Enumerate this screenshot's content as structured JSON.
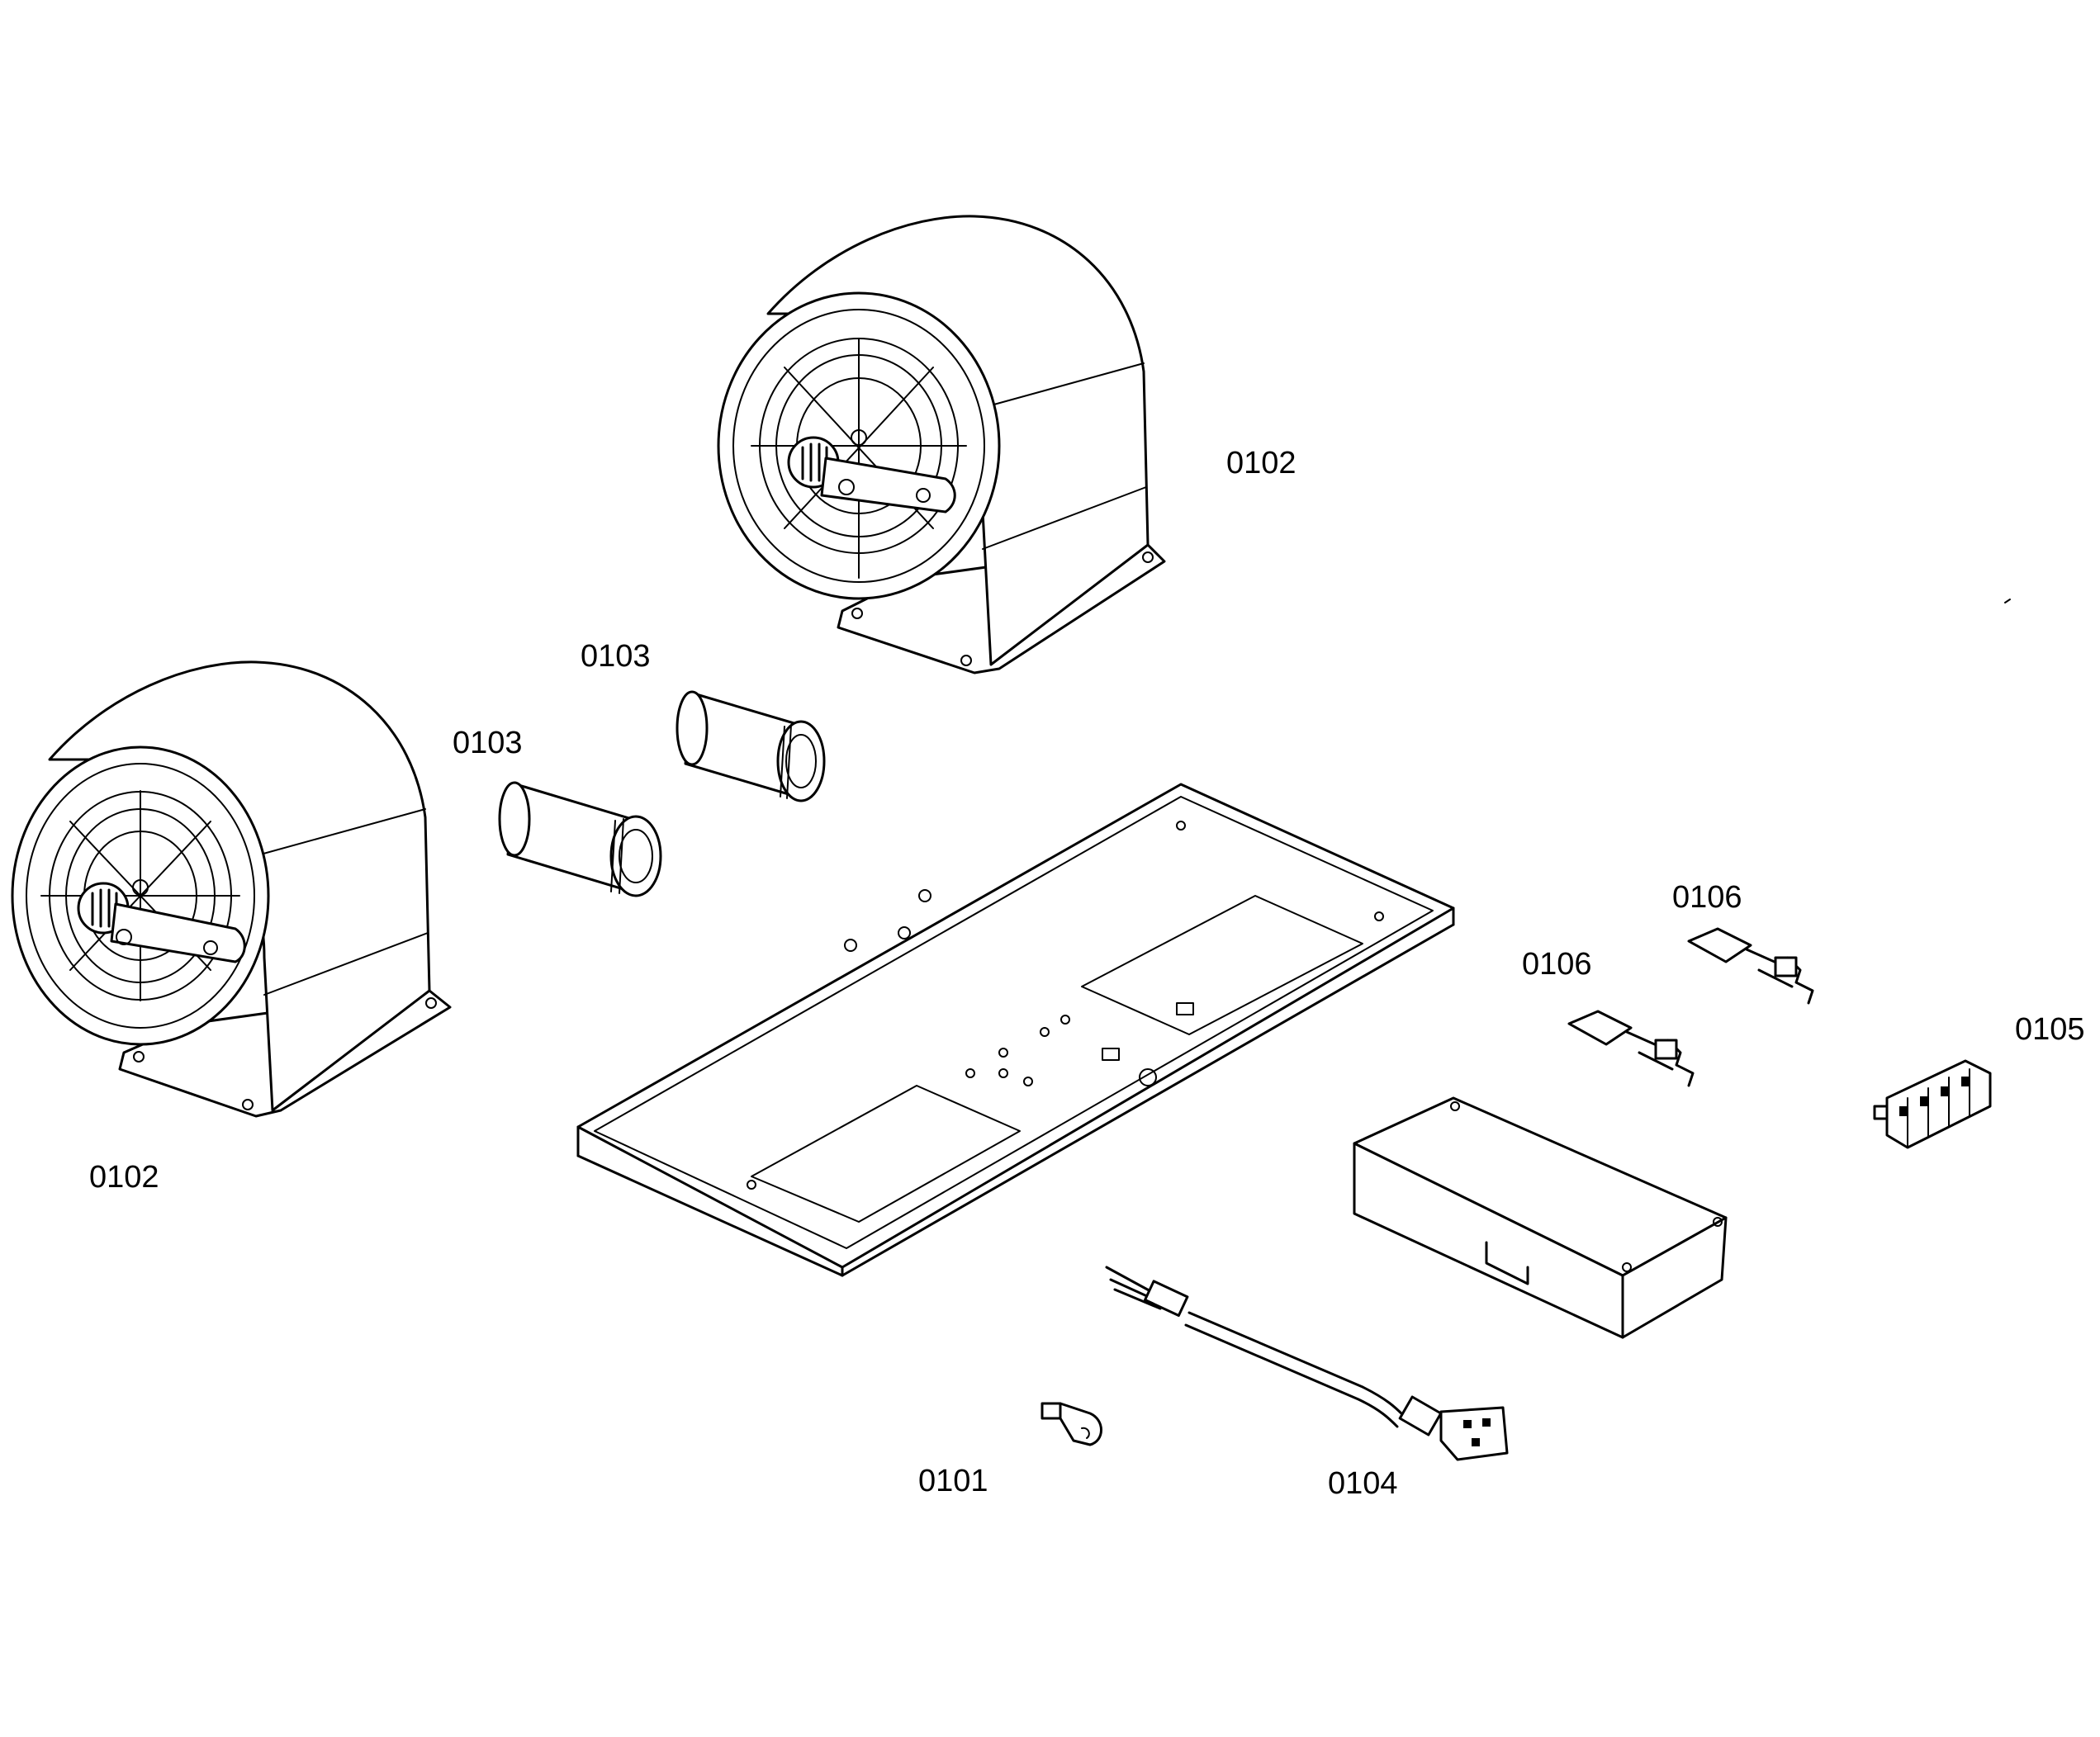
{
  "diagram": {
    "labels": {
      "blower_top": "0102",
      "blower_left": "0102",
      "capacitor_top": "0103",
      "capacitor_left": "0103",
      "clip_top": "0106",
      "clip_bottom": "0106",
      "terminal_block": "0105",
      "grommet": "0101",
      "cable": "0104"
    }
  }
}
